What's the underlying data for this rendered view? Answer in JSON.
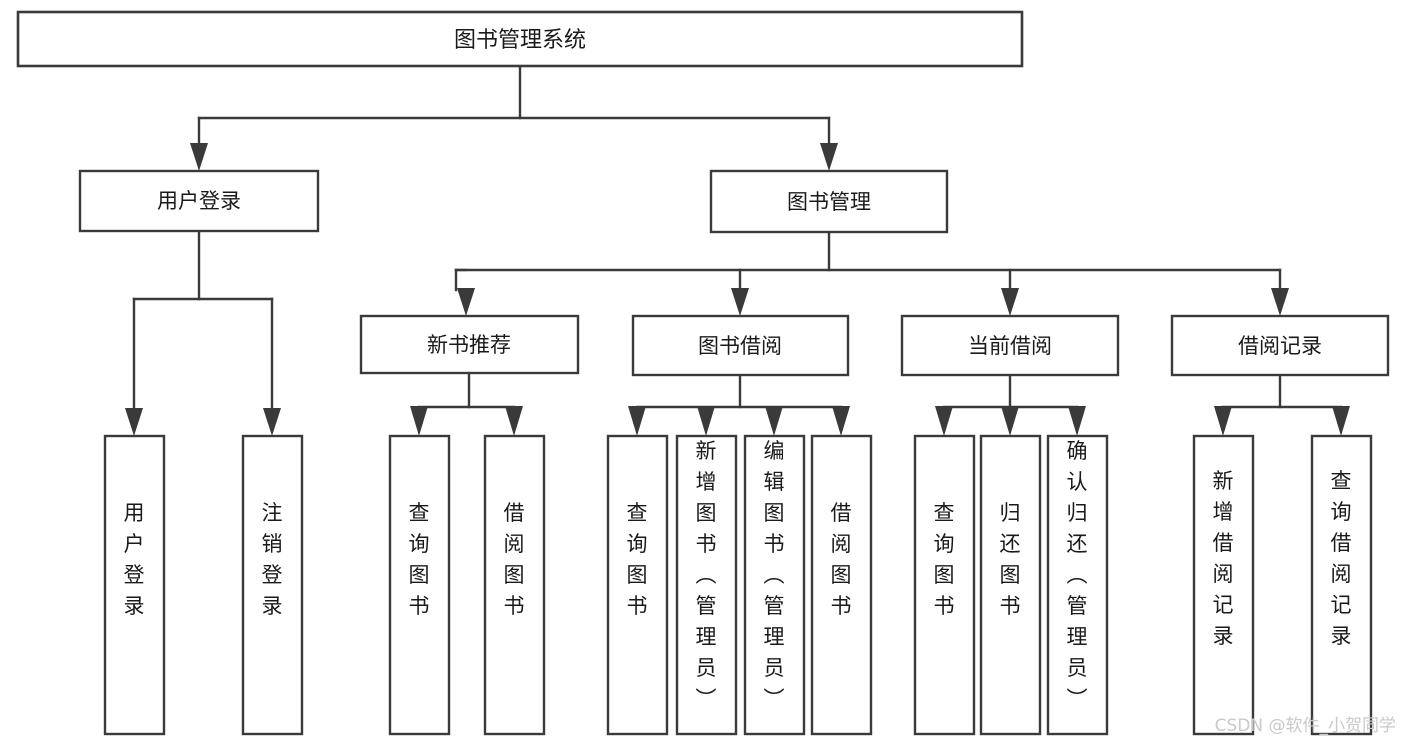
{
  "diagram": {
    "title": "图书管理系统",
    "type": "tree-hierarchy-chart",
    "root": {
      "id": "root",
      "label": "图书管理系统"
    },
    "level2": [
      {
        "id": "user-login",
        "label": "用户登录"
      },
      {
        "id": "book-management",
        "label": "图书管理"
      }
    ],
    "level3": [
      {
        "id": "new-book-recommend",
        "label": "新书推荐",
        "parent": "book-management"
      },
      {
        "id": "book-borrow",
        "label": "图书借阅",
        "parent": "book-management"
      },
      {
        "id": "current-borrow",
        "label": "当前借阅",
        "parent": "book-management"
      },
      {
        "id": "borrow-record",
        "label": "借阅记录",
        "parent": "book-management"
      }
    ],
    "leaves": {
      "user-login": [
        {
          "id": "leaf-user-login",
          "label": "用户登录"
        },
        {
          "id": "leaf-user-logout",
          "label": "注销登录"
        }
      ],
      "new-book-recommend": [
        {
          "id": "leaf-query-book-1",
          "label": "查询图书"
        },
        {
          "id": "leaf-borrow-book-1",
          "label": "借阅图书"
        }
      ],
      "book-borrow": [
        {
          "id": "leaf-query-book-2",
          "label": "查询图书"
        },
        {
          "id": "leaf-add-book",
          "label": "新增图书（管理员）"
        },
        {
          "id": "leaf-edit-book",
          "label": "编辑图书（管理员）"
        },
        {
          "id": "leaf-borrow-book-2",
          "label": "借阅图书"
        }
      ],
      "current-borrow": [
        {
          "id": "leaf-query-book-3",
          "label": "查询图书"
        },
        {
          "id": "leaf-return-book",
          "label": "归还图书"
        },
        {
          "id": "leaf-confirm-return",
          "label": "确认归还（管理员）"
        }
      ],
      "borrow-record": [
        {
          "id": "leaf-add-record",
          "label": "新增借阅记录"
        },
        {
          "id": "leaf-query-record",
          "label": "查询借阅记录"
        }
      ]
    },
    "colors": {
      "stroke": "#3a3a3a",
      "fill": "#ffffff",
      "text": "#1a1a1a",
      "watermark": "#c9c9c9",
      "background": "#ffffff"
    }
  },
  "watermark": {
    "text": "CSDN @软件_小贺同学"
  }
}
